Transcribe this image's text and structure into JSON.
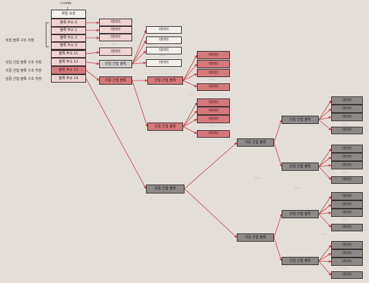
{
  "header": {
    "inode_label": "i-node",
    "file_attr": "파일 속성"
  },
  "index_blocks": [
    "블록 주소 0",
    "블록 주소 1",
    "블록 주소 2",
    "블록 주소 3",
    "블록 주소 11",
    "블록 주소 12",
    "블록 주소 13",
    "블록 주소 14"
  ],
  "side_labels": {
    "direct": "직접 블록 구조 저장",
    "single": "단일 간접 블록 구조 저장",
    "double": "이중 간접 블록 구조 저장",
    "triple": "삼중 간접 블록 구조 저장"
  },
  "data_label": "데이터",
  "ellipsis": "...",
  "nodes": {
    "single": "단일 간접 블록",
    "double": "이중 간접 블록",
    "triple": "삼중 간접 블록"
  }
}
